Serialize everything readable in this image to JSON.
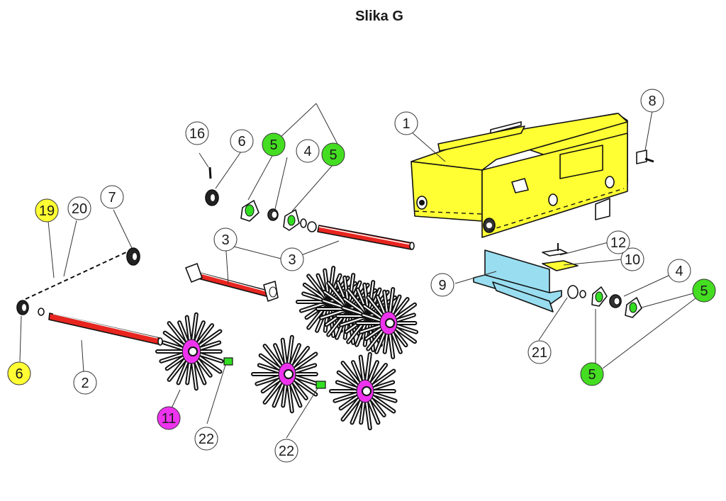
{
  "title": "Slika G",
  "colors": {
    "frame_yellow": "#ffff33",
    "shaft_red": "#e8251f",
    "flange_green": "#33dd22",
    "hub_magenta": "#ee33ee",
    "plate_blue": "#99ddf0",
    "label_yellow": "#ffff33",
    "label_green": "#44dd22",
    "label_magenta": "#ee33ee",
    "label_white": "#ffffff",
    "ink": "#111111"
  },
  "parts": [
    {
      "id": "frame",
      "number": "1",
      "name": "Main frame housing",
      "color": "frame_yellow"
    },
    {
      "id": "shaft-long",
      "number": "2",
      "name": "Long drive shaft",
      "color": "shaft_red"
    },
    {
      "id": "shaft-upper",
      "number": "3",
      "name": "Upper shaft",
      "color": "shaft_red"
    },
    {
      "id": "shaft-middle",
      "number": "3",
      "name": "Middle shaft with flanges",
      "color": "shaft_red"
    },
    {
      "id": "bearing",
      "number": "4",
      "name": "Bearing"
    },
    {
      "id": "flange-bearing",
      "number": "5",
      "name": "Flange bearing housing",
      "color": "flange_green"
    },
    {
      "id": "sprocket-small",
      "number": "6",
      "name": "Small sprocket"
    },
    {
      "id": "sprocket-large",
      "number": "7",
      "name": "Sprocket"
    },
    {
      "id": "bracket",
      "number": "8",
      "name": "Bracket"
    },
    {
      "id": "plate-angle",
      "number": "9",
      "name": "Angle plate",
      "color": "plate_blue"
    },
    {
      "id": "plate-small",
      "number": "10",
      "name": "Small plate",
      "color": "frame_yellow"
    },
    {
      "id": "tine-rotor",
      "number": "11",
      "name": "Tine rotor",
      "color": "hub_magenta"
    },
    {
      "id": "clamp",
      "number": "12",
      "name": "Clamp strip"
    },
    {
      "id": "bolt",
      "number": "16",
      "name": "Bolt"
    },
    {
      "id": "chain",
      "number": "19",
      "name": "Chain"
    },
    {
      "id": "chain-link",
      "number": "20",
      "name": "Chain link"
    },
    {
      "id": "washer",
      "number": "21",
      "name": "Washer"
    },
    {
      "id": "spacer",
      "number": "22",
      "name": "Spacer block",
      "color": "flange_green"
    }
  ],
  "callouts": [
    {
      "label": "1",
      "fill": "label_white"
    },
    {
      "label": "2",
      "fill": "label_white"
    },
    {
      "label": "3",
      "fill": "label_white"
    },
    {
      "label": "3",
      "fill": "label_white"
    },
    {
      "label": "4",
      "fill": "label_white"
    },
    {
      "label": "4",
      "fill": "label_white"
    },
    {
      "label": "5",
      "fill": "label_green"
    },
    {
      "label": "5",
      "fill": "label_green"
    },
    {
      "label": "5",
      "fill": "label_green"
    },
    {
      "label": "5",
      "fill": "label_green"
    },
    {
      "label": "6",
      "fill": "label_white"
    },
    {
      "label": "6",
      "fill": "label_yellow"
    },
    {
      "label": "7",
      "fill": "label_white"
    },
    {
      "label": "8",
      "fill": "label_white"
    },
    {
      "label": "9",
      "fill": "label_white"
    },
    {
      "label": "10",
      "fill": "label_white"
    },
    {
      "label": "11",
      "fill": "label_magenta"
    },
    {
      "label": "12",
      "fill": "label_white"
    },
    {
      "label": "16",
      "fill": "label_white"
    },
    {
      "label": "19",
      "fill": "label_yellow"
    },
    {
      "label": "20",
      "fill": "label_white"
    },
    {
      "label": "21",
      "fill": "label_white"
    },
    {
      "label": "22",
      "fill": "label_white"
    },
    {
      "label": "22",
      "fill": "label_white"
    }
  ]
}
